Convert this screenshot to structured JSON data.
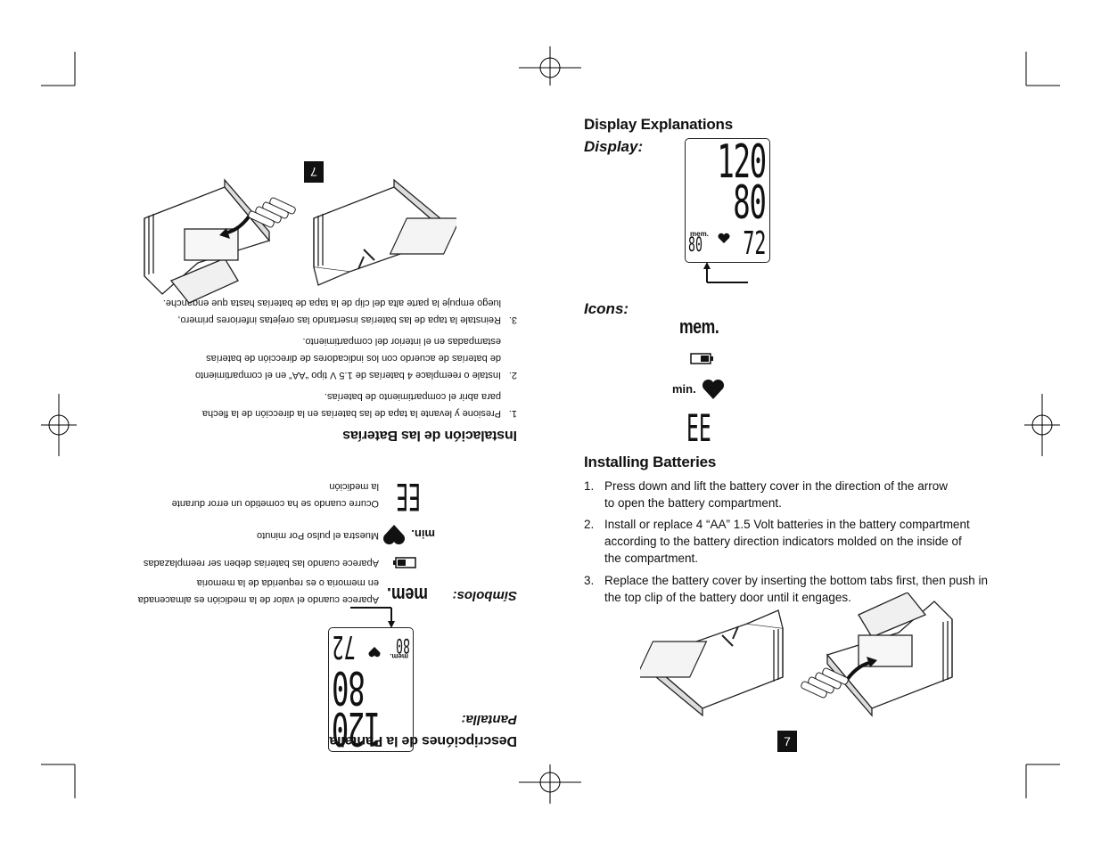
{
  "right_page": {
    "display_explanations_title": "Display Explanations",
    "display_label": "Display:",
    "lcd": {
      "systolic": "120",
      "diastolic": "80",
      "pulse": "72",
      "mem_label": "mem.",
      "mem_number": "80"
    },
    "icons_label": "Icons:",
    "icons": {
      "mem": "mem.",
      "min": "min.",
      "error": "EE"
    },
    "installing_title": "Installing Batteries",
    "steps": [
      {
        "num": "1.",
        "lines": [
          "Press down and lift the battery cover in the direction of the arrow",
          "to open the battery compartment."
        ]
      },
      {
        "num": "2.",
        "lines": [
          "Install or replace 4 “AA” 1.5 Volt batteries in the battery compartment",
          "according to the battery direction indicators molded on the inside of",
          "the compartment."
        ]
      },
      {
        "num": "3.",
        "lines": [
          "Replace the battery cover by inserting the bottom tabs first, then push in",
          "the top clip of the battery door until it engages."
        ]
      }
    ],
    "page_number": "7"
  },
  "left_page": {
    "title": "Descripciónes de la Pantalla",
    "display_label": "Pantalla:",
    "lcd": {
      "systolic": "120",
      "diastolic": "80",
      "pulse": "72",
      "mem_label": "mem.",
      "mem_number": "80"
    },
    "symbols_label": "Símbolos:",
    "symbols": [
      {
        "icon": "mem.",
        "lines": [
          "Aparece cuando el valor de la medición es almacenada",
          "en memoria o es requerida de la memoria"
        ]
      },
      {
        "icon": "battery",
        "lines": [
          "Aparece cuando las baterías deben ser reemplazadas"
        ]
      },
      {
        "icon": "min.",
        "lines": [
          "Muestra el pulso Por minuto"
        ]
      },
      {
        "icon": "EE",
        "lines": [
          "Ocurre cuando se ha cometido un error durante",
          "la medición"
        ]
      }
    ],
    "installing_title": "Instalación de las Baterías",
    "steps": [
      {
        "num": "1.",
        "lines": [
          "Presione y levante la tapa de las baterías en la dirección de la flecha",
          "para abrir el compartimiento de baterías."
        ]
      },
      {
        "num": "2.",
        "lines": [
          "Instale o reemplace 4 baterías de 1.5 V tipo “AA” en el compartimiento",
          "de baterías de acuerdo con los indicadores de dirección de baterías",
          "estampadas en el interior del compartimiento."
        ]
      },
      {
        "num": "3.",
        "lines": [
          "Reinstale la tapa de las baterías insertando las orejetas inferiores primero,",
          "luego empuje la parte alta del clip de la tapa de baterías hasta que enganche."
        ]
      }
    ],
    "page_number": "7"
  }
}
